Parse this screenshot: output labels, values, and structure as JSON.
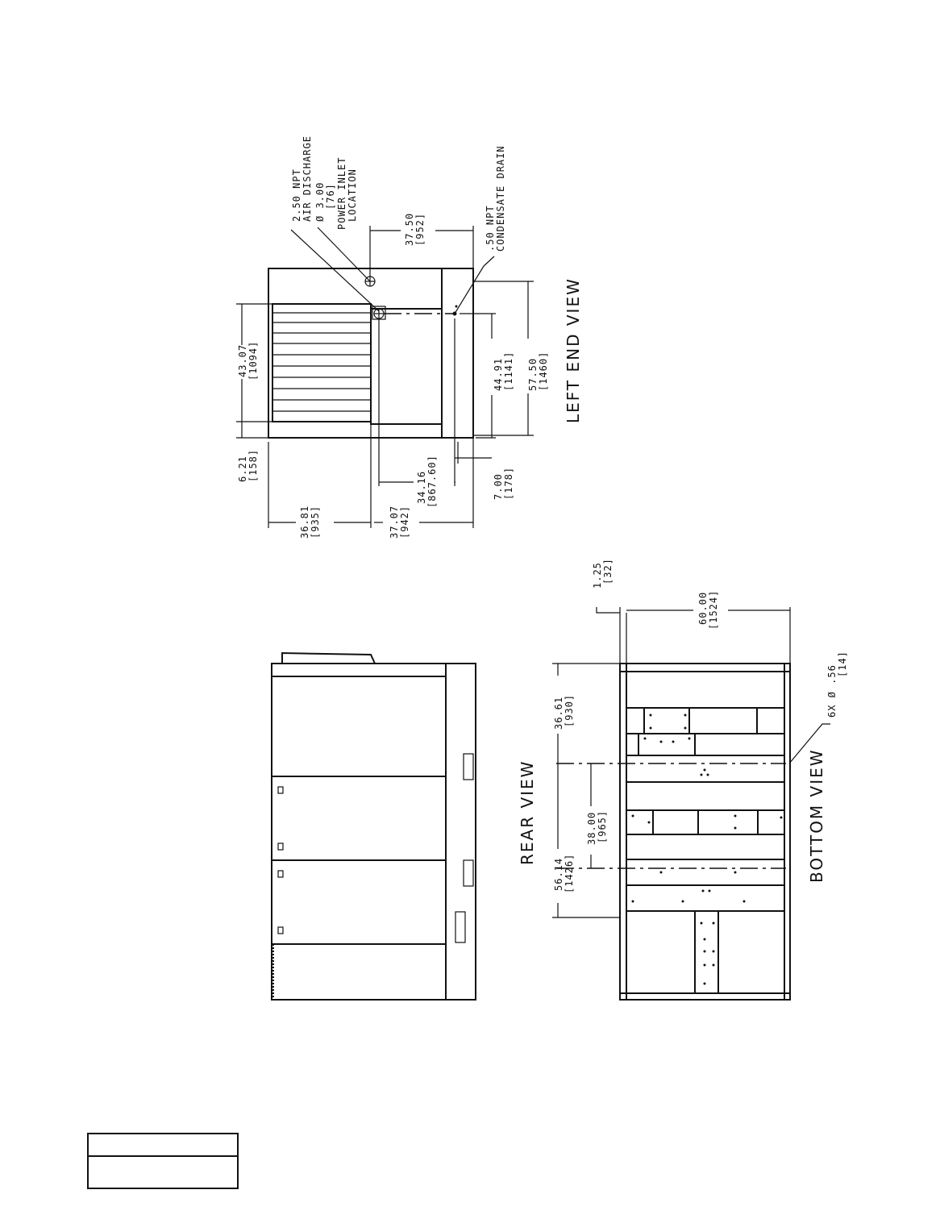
{
  "left_end_view": {
    "title": "LEFT END VIEW",
    "callouts": {
      "air_discharge_npt": "2.50 NPT",
      "air_discharge_label": "AIR DISCHARGE",
      "power_inlet_dia": "Ø 3.00",
      "power_inlet_dia_mm": "[76]",
      "power_inlet_label1": "POWER INLET",
      "power_inlet_label2": "LOCATION",
      "drain_npt": ".50 NPT",
      "drain_label": "CONDENSATE DRAIN"
    },
    "dims": {
      "d_43_07": "43.07",
      "d_43_07_mm": "[1094]",
      "d_6_21": "6.21",
      "d_6_21_mm": "[158]",
      "d_36_81": "36.81",
      "d_36_81_mm": "[935]",
      "d_37_07": "37.07",
      "d_37_07_mm": "[942]",
      "d_34_16": "34.16",
      "d_34_16_mm": "[867.60]",
      "d_7_00": "7.00",
      "d_7_00_mm": "[178]",
      "d_44_91": "44.91",
      "d_44_91_mm": "[1141]",
      "d_57_50": "57.50",
      "d_57_50_mm": "[1460]",
      "d_37_50": "37.50",
      "d_37_50_mm": "[952]"
    }
  },
  "rear_view": {
    "title": "REAR VIEW"
  },
  "bottom_view": {
    "title": "BOTTOM VIEW",
    "dims": {
      "d_1_25": "1.25",
      "d_1_25_mm": "[32]",
      "d_60_00": "60.00",
      "d_60_00_mm": "[1524]",
      "d_36_61": "36.61",
      "d_36_61_mm": "[930]",
      "d_38_00": "38.00",
      "d_38_00_mm": "[965]",
      "d_56_14": "56.14",
      "d_56_14_mm": "[1426]",
      "holes": "6X Ø .56",
      "holes_mm": "[14]"
    }
  },
  "title_block": {
    "row1": "",
    "row2": ""
  }
}
